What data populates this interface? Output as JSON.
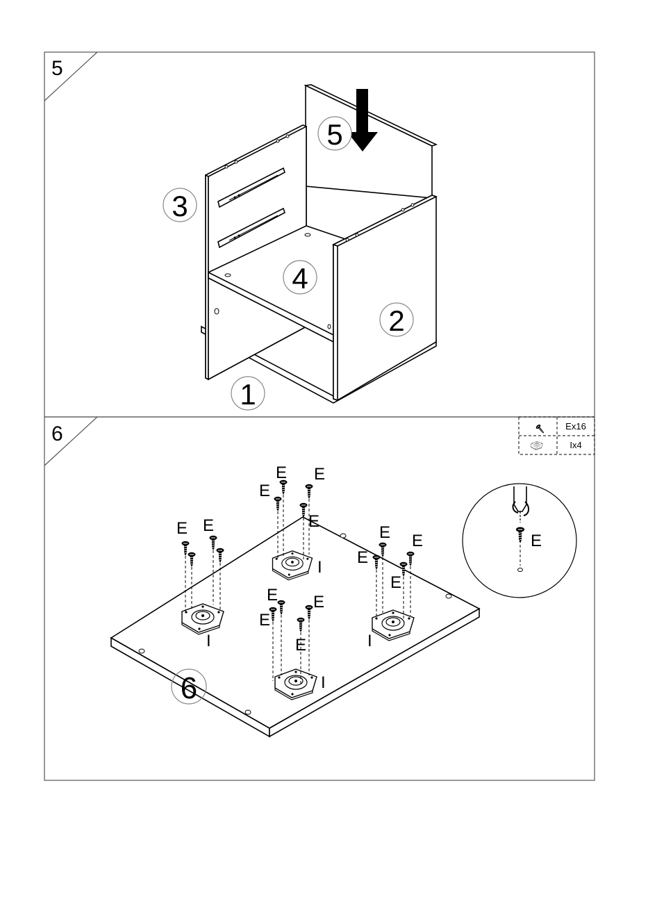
{
  "steps": [
    {
      "number": "5",
      "part_numbers": [
        "1",
        "2",
        "3",
        "4",
        "5"
      ]
    },
    {
      "number": "6",
      "board_number": "6",
      "fastener_label": "E",
      "plate_label": "I",
      "hardware": [
        {
          "icon": "screw-icon",
          "text": "Ex16"
        },
        {
          "icon": "mounting-plate-icon",
          "text": "Ix4"
        }
      ],
      "detail_label": "E"
    }
  ]
}
